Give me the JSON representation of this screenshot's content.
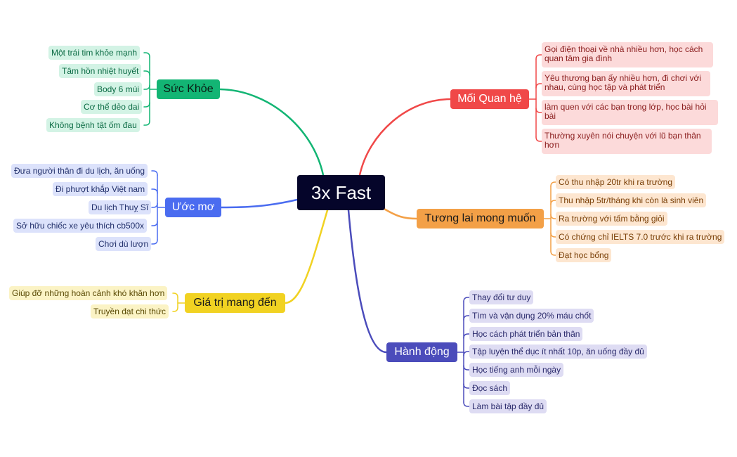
{
  "colors": {
    "root_bg": "#05052a",
    "suc_khoe": "#13b574",
    "uoc_mo": "#4a6cf0",
    "gia_tri": "#f1d222",
    "moi_quan_he": "#f04848",
    "tuong_lai": "#f3a047",
    "hanh_dong": "#4b4cbb"
  },
  "root": {
    "label": "3x Fast"
  },
  "branches": {
    "suc_khoe": {
      "label": "Sức Khỏe",
      "items": [
        "Một trái tim khỏe mạnh",
        "Tâm hồn nhiệt huyết",
        "Body 6 múi",
        "Cơ thể dẻo dai",
        "Không bệnh tật ốm đau"
      ]
    },
    "uoc_mo": {
      "label": "Ước mơ",
      "items": [
        "Đưa người thân đi du lịch, ăn uống",
        "Đi phượt khắp Việt nam",
        "Du lịch Thuỵ Sĩ",
        "Sở hữu chiếc xe yêu thích cb500x",
        "Chơi dù lượn"
      ]
    },
    "gia_tri": {
      "label": "Giá trị mang đến",
      "items": [
        "Giúp đỡ những hoàn cảnh khó khăn hơn",
        "Truyền đạt chi thức"
      ]
    },
    "moi_quan_he": {
      "label": "Mối Quan hệ",
      "items": [
        "Gọi điện thoại về nhà nhiều hơn, học cách quan tâm gia đình",
        "Yêu thương bạn ấy nhiều hơn, đi chơi với nhau, cùng học tập và phát triển",
        "làm quen với các bạn trong lớp, học bài hỏi bài",
        "Thường xuyên nói chuyện với lũ bạn thân hơn"
      ]
    },
    "tuong_lai": {
      "label": "Tương lai mong muốn",
      "items": [
        "Có thu nhập 20tr khi ra trường",
        "Thu nhập 5tr/tháng khi còn là sinh viên",
        "Ra trường với tấm bằng giỏi",
        "Có chứng chỉ IELTS 7.0 trước khi ra trường",
        "Đạt học bổng"
      ]
    },
    "hanh_dong": {
      "label": "Hành động",
      "items": [
        "Thay đổi tư duy",
        "Tìm và vận dụng 20% máu chốt",
        "Học cách phát triển bản thân",
        "Tập luyện thể dục ít nhất 10p, ăn uống đầy đủ",
        "Học tiếng anh mỗi ngày",
        "Đọc sách",
        "Làm bài tập đầy đủ"
      ]
    }
  }
}
